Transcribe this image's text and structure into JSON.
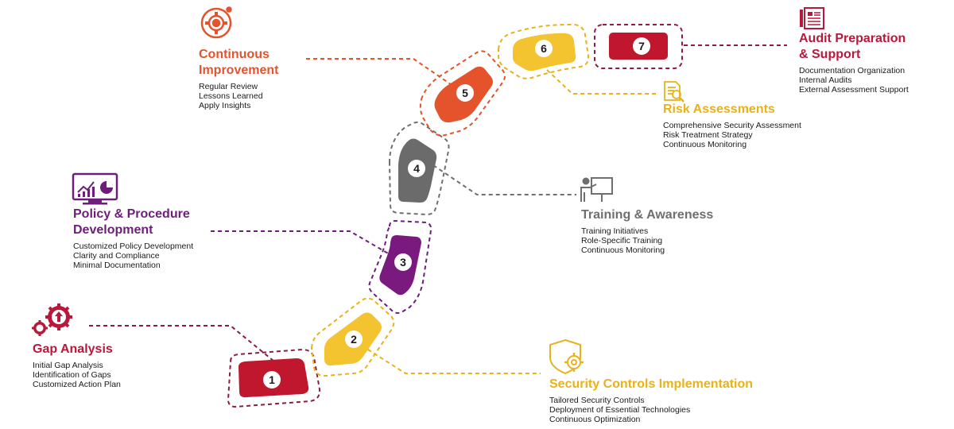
{
  "colors": {
    "red": "#c0172f",
    "yellow": "#f4c430",
    "purple": "#7b1a7e",
    "gray": "#6b6b6b",
    "orange": "#e4532b",
    "purple_title": "#6d1e7a",
    "gray_title": "#6f6f6f",
    "yellow_title": "#e8b21a",
    "red_title": "#b8183a"
  },
  "steps": [
    {
      "num": "1",
      "color": "red"
    },
    {
      "num": "2",
      "color": "yellow"
    },
    {
      "num": "3",
      "color": "purple"
    },
    {
      "num": "4",
      "color": "gray"
    },
    {
      "num": "5",
      "color": "orange"
    },
    {
      "num": "6",
      "color": "yellow"
    },
    {
      "num": "7",
      "color": "red"
    }
  ],
  "phases": {
    "gap": {
      "title": "Gap Analysis",
      "items": [
        "Initial Gap Analysis",
        "Identification of Gaps",
        "Customized Action Plan"
      ],
      "icon": "gears-arrow-icon"
    },
    "security": {
      "title": "Security Controls Implementation",
      "items": [
        "Tailored Security Controls",
        "Deployment of Essential Technologies",
        "Continuous Optimization"
      ],
      "icon": "shield-gear-icon"
    },
    "policy": {
      "title_line1": "Policy & Procedure",
      "title_line2": "Development",
      "items": [
        "Customized Policy Development",
        "Clarity and Compliance",
        "Minimal Documentation"
      ],
      "icon": "monitor-chart-icon"
    },
    "training": {
      "title": "Training & Awareness",
      "items": [
        "Training Initiatives",
        "Role-Specific Training",
        "Continuous Monitoring"
      ],
      "icon": "presenter-board-icon"
    },
    "continuous": {
      "title_line1": "Continuous",
      "title_line2": "Improvement",
      "items": [
        "Regular Review",
        "Lessons Learned",
        "Apply Insights"
      ],
      "icon": "gear-cycle-icon"
    },
    "risk": {
      "title": "Risk Assessments",
      "items": [
        "Comprehensive Security Assessment",
        "Risk Treatment Strategy",
        "Continuous Monitoring"
      ],
      "icon": "document-magnifier-icon"
    },
    "audit": {
      "title_line1": "Audit Preparation",
      "title_line2": "& Support",
      "items": [
        "Documentation Organization",
        "Internal Audits",
        "External Assessment Support"
      ],
      "icon": "documents-icon"
    }
  }
}
